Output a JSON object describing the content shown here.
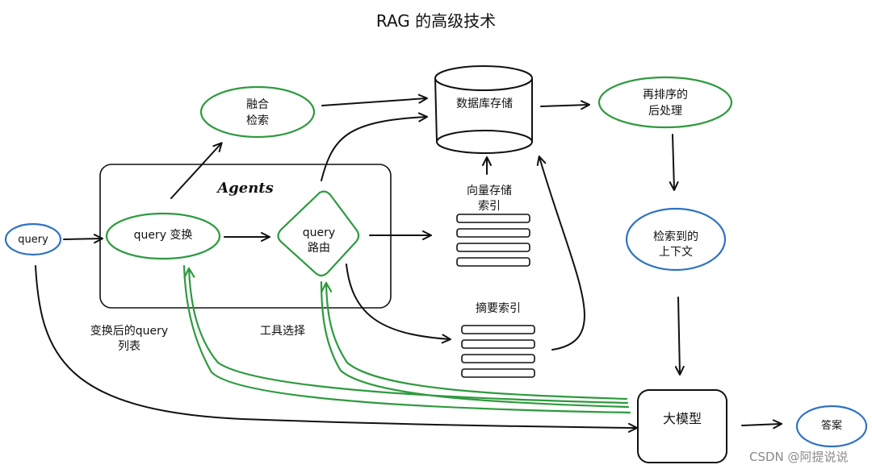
{
  "title": "RAG 的高级技术",
  "agents_label": "Agents",
  "nodes": {
    "query_input": "query",
    "fusion_retrieval": [
      "融合",
      "检索"
    ],
    "query_transform": "query 变换",
    "query_routing": [
      "query",
      "路由"
    ],
    "database": "数据库存储",
    "vector_index": [
      "向量存储",
      "索引"
    ],
    "summary_index": "摘要索引",
    "reranking": [
      "再排序的",
      "后处理"
    ],
    "retrieved_context": [
      "检索到的",
      "上下文"
    ],
    "llm": "大模型",
    "answer": "答案"
  },
  "edge_labels": {
    "transformed_queries": [
      "变换后的query",
      "列表"
    ],
    "tool_selection": "工具选择"
  },
  "colors": {
    "green": "#2e9a3e",
    "blue": "#2f72c3",
    "stroke": "#111111"
  },
  "watermark": "CSDN @阿提说说"
}
